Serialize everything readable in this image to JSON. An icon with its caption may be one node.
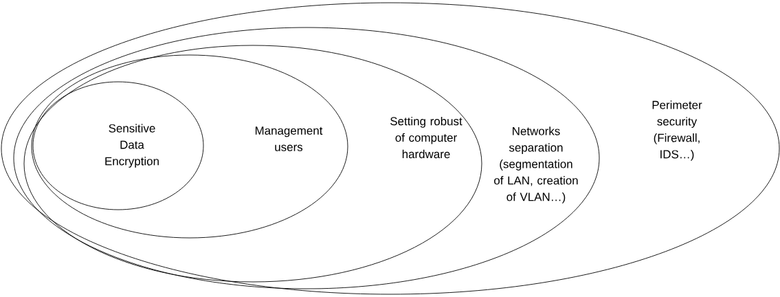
{
  "diagram": {
    "nodes": [
      {
        "text": [
          "Perimeter security (Firewall, IDS…)"
        ]
      },
      {
        "text": [
          "Networks separation (segmentation of LAN, creation of VLAN…)"
        ],
        "in": 0
      },
      {
        "text": [
          "Setting robust of computer hardware"
        ],
        "in": 1
      },
      {
        "text": [
          "Management users"
        ],
        "in": 2
      },
      {
        "text": [
          "Sensitive Data Encryption"
        ],
        "in": 3
      }
    ]
  }
}
